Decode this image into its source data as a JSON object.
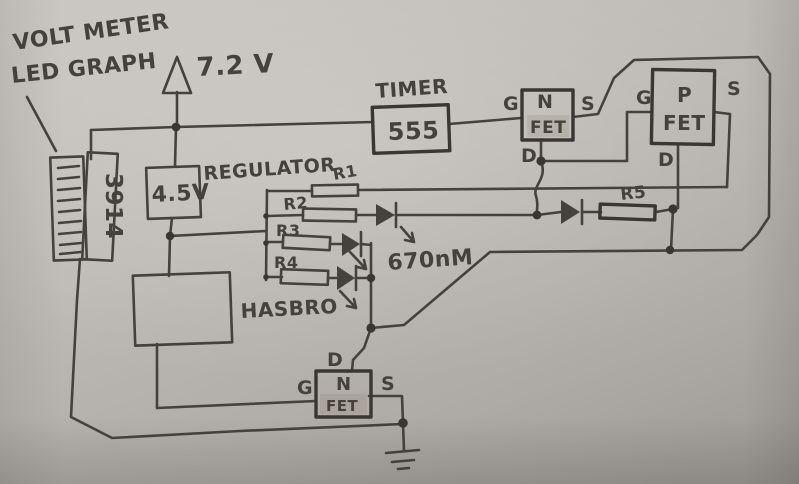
{
  "circuit": {
    "annotation": {
      "line1": "VOLT METER",
      "line2": "LED GRAPH"
    },
    "power": {
      "label": "7.2 V"
    },
    "meter": {
      "chip": "3914"
    },
    "regulator": {
      "value": "4.5V",
      "label": "REGULATOR"
    },
    "timer": {
      "title": "TIMER",
      "value": "555"
    },
    "pins": {
      "gate": "G",
      "source": "S",
      "drain": "D"
    },
    "fets": {
      "top_n": {
        "type": "N",
        "part": "FET"
      },
      "p": {
        "type": "P",
        "part": "FET"
      },
      "bottom_n": {
        "type": "N",
        "part": "FET"
      }
    },
    "resistors": {
      "r1": "R1",
      "r2": "R2",
      "r3": "R3",
      "r4": "R4",
      "r5": "R5"
    },
    "hasbro": {
      "label": "HASBRO"
    },
    "led": {
      "wavelength": "670nM"
    },
    "colors": {
      "paper": "#bdb9b4",
      "ink": "#45413c"
    }
  }
}
